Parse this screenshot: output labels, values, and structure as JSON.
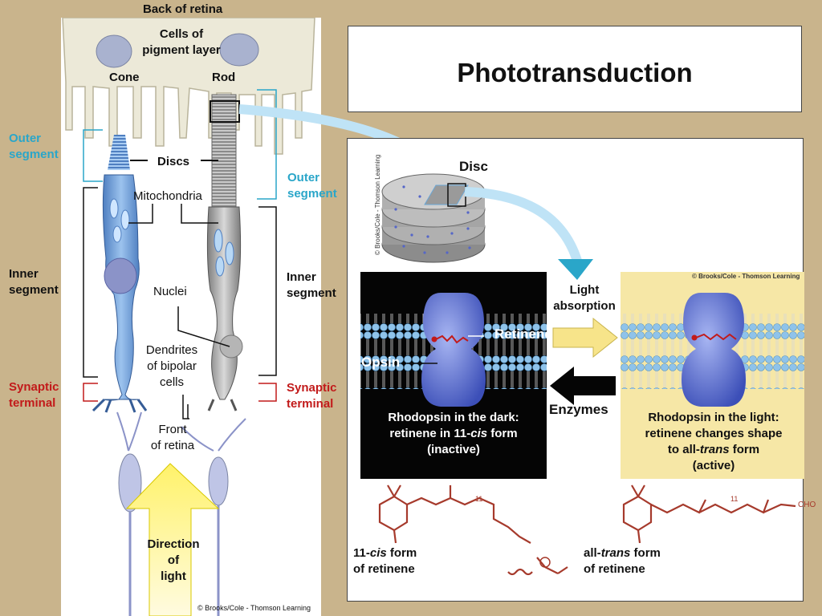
{
  "title": "Phototransduction",
  "left": {
    "back_of_retina": "Back of retina",
    "cells_of_pigment_layer": "Cells of\npigment layer",
    "cone": "Cone",
    "rod": "Rod",
    "outer_segment_left": "Outer\nsegment",
    "outer_segment_right": "Outer\nsegment",
    "discs": "Discs",
    "mitochondria": "Mitochondria",
    "inner_segment_left": "Inner\nsegment",
    "inner_segment_right": "Inner\nsegment",
    "nuclei": "Nuclei",
    "dendrites": "Dendrites\nof bipolar\ncells",
    "synaptic_terminal_left": "Synaptic\nterminal",
    "synaptic_terminal_right": "Synaptic\nterminal",
    "front_of_retina": "Front\nof retina",
    "direction_of_light": "Direction\nof\nlight",
    "credit": "© Brooks/Cole - Thomson Learning"
  },
  "right": {
    "disc": "Disc",
    "light_absorption": "Light\nabsorption",
    "retinene": "Retinene",
    "opsin": "Opsin",
    "enzymes": "Enzymes",
    "dark_caption_line1": "Rhodopsin in the dark:",
    "dark_caption_line2_pre": "retinene in 11-",
    "dark_caption_line2_em": "cis",
    "dark_caption_line2_post": " form",
    "dark_caption_line3": "(inactive)",
    "light_caption_line1": "Rhodopsin in the light:",
    "light_caption_line2": "retinene changes shape",
    "light_caption_line3_pre": "to all-",
    "light_caption_line3_em": "trans",
    "light_caption_line3_post": " form",
    "light_caption_line4": "(active)",
    "cis_form_pre": "11-",
    "cis_form_em": "cis",
    "cis_form_post": " form",
    "cis_form_line2": "of retinene",
    "trans_form_pre": "all-",
    "trans_form_em": "trans",
    "trans_form_post": " form",
    "trans_form_line2": "of retinene",
    "credit_vertical": "© Brooks/Cole - Thomson Learning",
    "credit_box": "© Brooks/Cole - Thomson Learning",
    "chem_label_11": "11",
    "chem_label_cho": "CHO"
  },
  "colors": {
    "background": "#c9b48c",
    "teal": "#2aa6c9",
    "red": "#c21a1a",
    "protein": "#4f63c9",
    "yellow_panel": "#f6e7a6",
    "dark_panel": "#050505",
    "molecule": "#a63a2c"
  }
}
